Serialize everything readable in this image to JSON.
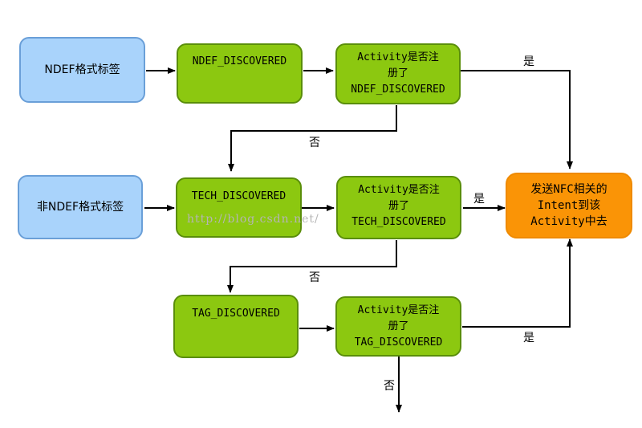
{
  "nodes": {
    "ndef_tag": "NDEF格式标签",
    "non_ndef_tag": "非NDEF格式标签",
    "ndef_discovered": "NDEF_DISCOVERED",
    "tech_discovered": "TECH_DISCOVERED",
    "tag_discovered": "TAG_DISCOVERED",
    "check_ndef": "Activity是否注\n册了\nNDEF_DISCOVERED",
    "check_tech": "Activity是否注\n册了\nTECH_DISCOVERED",
    "check_tag": "Activity是否注\n册了\nTAG_DISCOVERED",
    "dispatch": "发送NFC相关的\nIntent到该\nActivity中去"
  },
  "edge_labels": {
    "yes_1": "是",
    "yes_2": "是",
    "yes_3": "是",
    "no_1": "否",
    "no_2": "否",
    "no_3": "否"
  },
  "watermark": "http://blog.csdn.net/",
  "colors": {
    "source_fill": "#a9d3fb",
    "source_border": "#6a9fd8",
    "step_fill": "#8cc810",
    "step_border": "#5a8e0a",
    "target_fill": "#fa9406",
    "arrow": "#000000"
  }
}
